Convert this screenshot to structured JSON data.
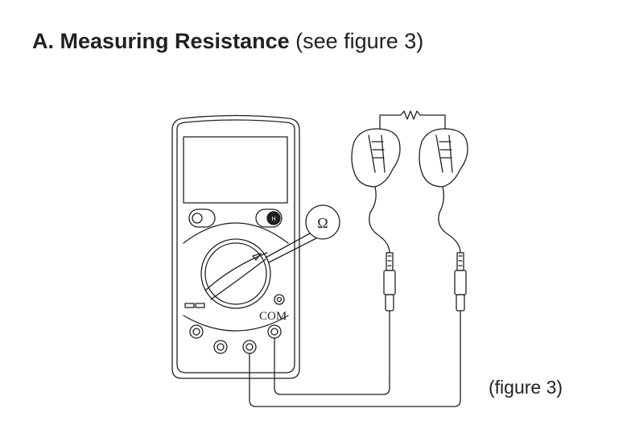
{
  "heading": {
    "title": "A. Measuring Resistance",
    "subtitle": "(see figure 3)"
  },
  "diagram": {
    "com_label": "COM",
    "ohm_symbol": "Ω",
    "icon": "multimeter-resistance-diagram"
  },
  "caption": "(figure 3)"
}
